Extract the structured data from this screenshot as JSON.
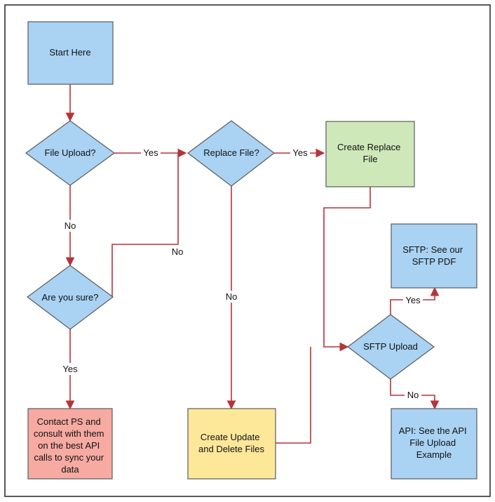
{
  "colors": {
    "blue": "#a9d2f3",
    "green": "#cfe8b9",
    "yellow": "#fde89a",
    "red": "#f6aaa2",
    "edge": "#b5343a"
  },
  "nodes": {
    "start": "Start Here",
    "file_upload": "File Upload?",
    "are_you_sure": "Are you sure?",
    "contact_ps": [
      "Contact PS and",
      "consult with them",
      "on the best API",
      "calls to sync your",
      "data"
    ],
    "replace_file": "Replace File?",
    "create_replace": [
      "Create Replace",
      "File"
    ],
    "create_update": [
      "Create Update",
      "and Delete Files"
    ],
    "sftp_upload": "SFTP Upload",
    "sftp_pdf": [
      "SFTP: See our",
      "SFTP PDF"
    ],
    "api_example": [
      "API: See the API",
      "File Upload",
      "Example"
    ]
  },
  "edges": {
    "file_upload_yes": "Yes",
    "file_upload_no": "No",
    "are_you_sure_no": "No",
    "are_you_sure_yes": "Yes",
    "replace_yes": "Yes",
    "replace_no": "No",
    "sftp_yes": "Yes",
    "sftp_no": "No"
  }
}
